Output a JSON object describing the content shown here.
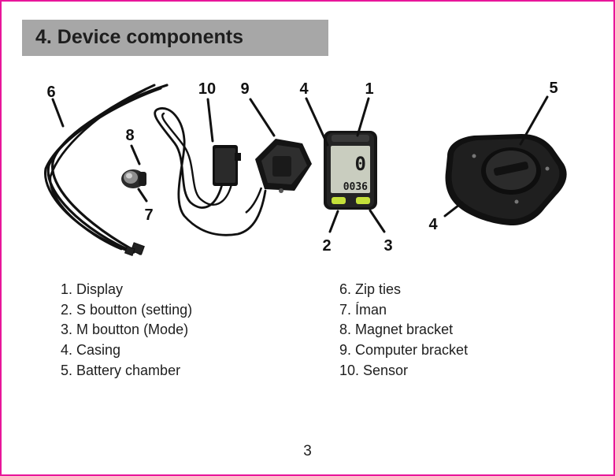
{
  "heading": "4. Device components",
  "callouts": {
    "display": "1",
    "s_button": "2",
    "m_button": "3",
    "casing_computer": "4",
    "casing_battery": "4",
    "battery_chamber": "5",
    "zip_ties": "6",
    "iman": "7",
    "magnet_bracket": "8",
    "computer_bracket": "9",
    "sensor": "10"
  },
  "lcd": {
    "top_digits": "0",
    "bottom_digits": "0036"
  },
  "components_left": [
    "1. Display",
    "2. S boutton (setting)",
    "3. M boutton (Mode)",
    "4. Casing",
    "5. Battery chamber"
  ],
  "components_right": [
    "6. Zip ties",
    "7. Íman",
    "8. Magnet bracket",
    "9. Computer bracket",
    "10. Sensor"
  ],
  "page_number": "3",
  "colors": {
    "border": "#e8169a",
    "heading_bar": "#a7a7a7",
    "button_green": "#c4e03a",
    "lcd": "#c9cdbf"
  }
}
